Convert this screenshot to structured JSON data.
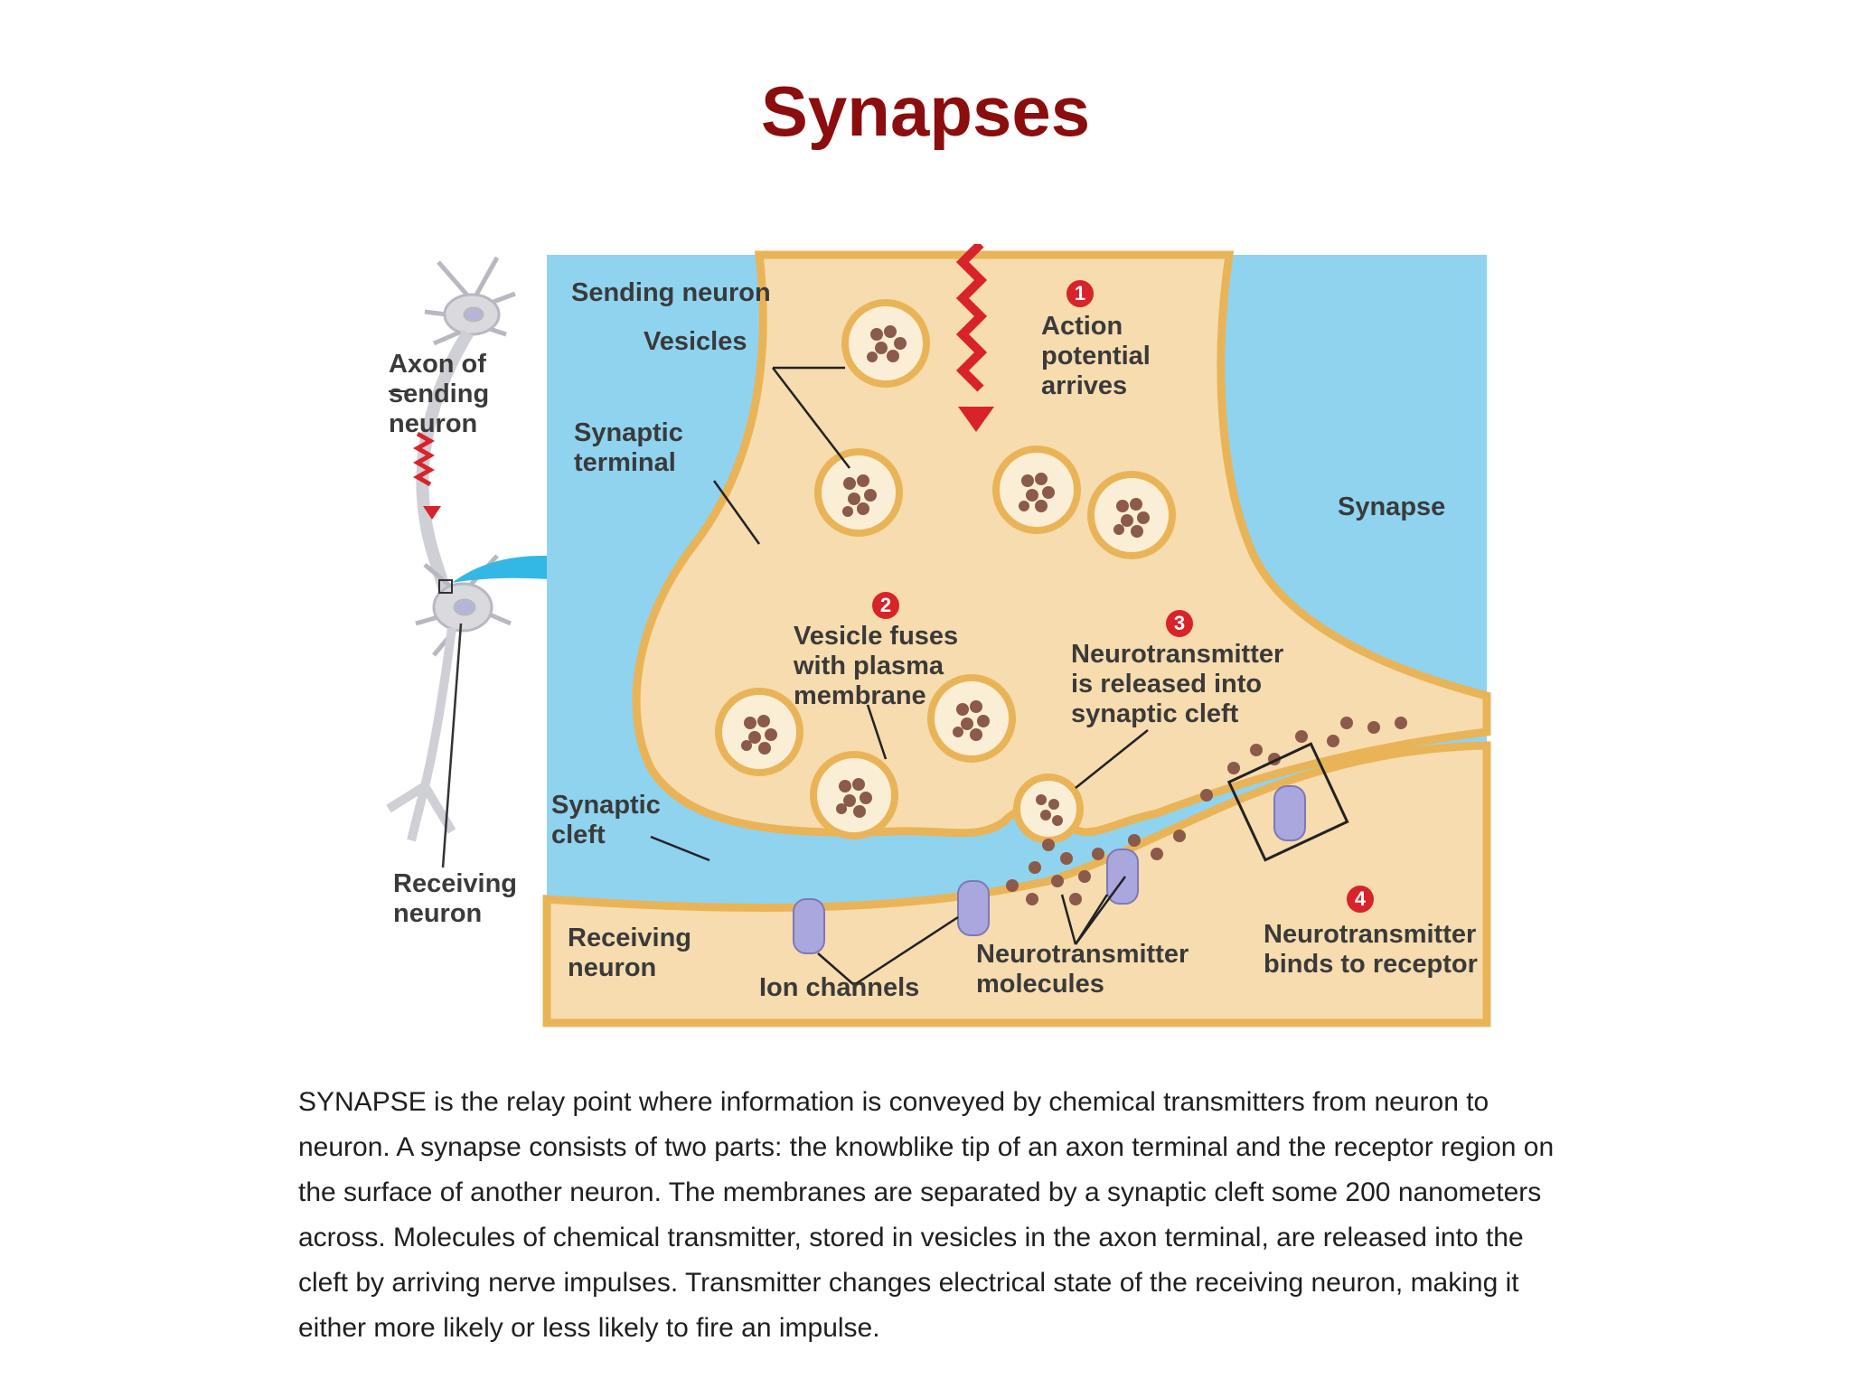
{
  "title": "Synapses",
  "diagram": {
    "labels": {
      "sending_neuron": "Sending neuron",
      "vesicles": "Vesicles",
      "axon_of_sending_neuron": "Axon of\nsending\nneuron",
      "synaptic_terminal": "Synaptic\nterminal",
      "synapse": "Synapse",
      "synaptic_cleft": "Synaptic\ncleft",
      "receiving_neuron_left": "Receiving\nneuron",
      "receiving_neuron_inner": "Receiving\nneuron",
      "ion_channels": "Ion channels",
      "neurotransmitter_molecules": "Neurotransmitter\nmolecules"
    },
    "steps": [
      {
        "number": "1",
        "text": "Action\npotential\narrives"
      },
      {
        "number": "2",
        "text": "Vesicle fuses\nwith plasma\nmembrane"
      },
      {
        "number": "3",
        "text": "Neurotransmitter\nis released into\nsynaptic cleft"
      },
      {
        "number": "4",
        "text": "Neurotransmitter\nbinds to receptor"
      }
    ],
    "colors": {
      "background_blue": "#8fd3ef",
      "terminal_fill": "#f6dcae",
      "membrane_orange": "#e9b458",
      "vesicle_fill": "#fbeed6",
      "molecule": "#8b5a4a",
      "channel": "#a9a7dd",
      "step_red": "#d8232a"
    }
  },
  "caption": "SYNAPSE is the relay point where information is conveyed by chemical transmitters from neuron to neuron. A synapse consists of two parts: the knowblike tip of an axon terminal and the receptor region on the surface of another neuron. The membranes are separated by a synaptic cleft some 200 nanometers across. Molecules of chemical transmitter, stored in vesicles in the axon terminal, are released into the cleft by arriving nerve impulses. Transmitter changes electrical state of the receiving neuron, making it either more likely or less likely to fire an impulse."
}
